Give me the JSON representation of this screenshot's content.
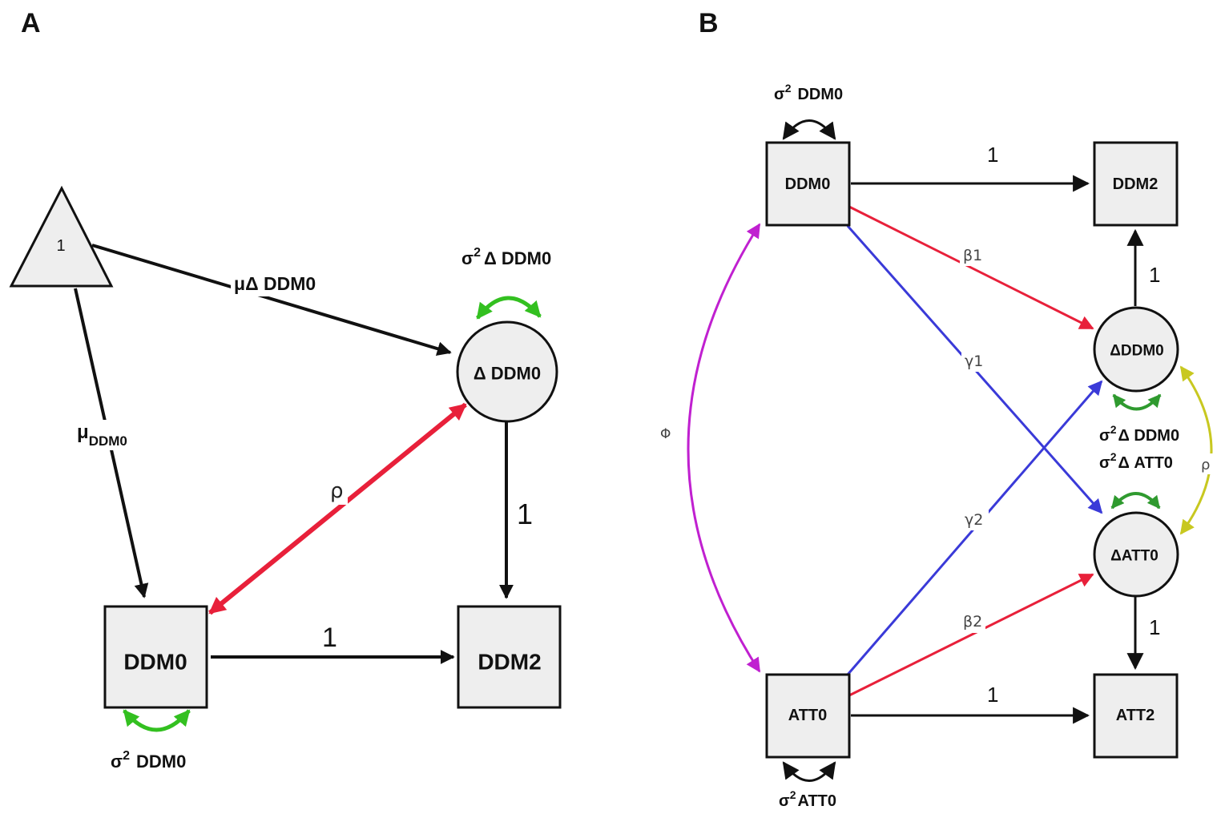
{
  "panels": {
    "a": "A",
    "b": "B"
  },
  "colors": {
    "black": "#111111",
    "red": "#e8203a",
    "green": "#33c020",
    "darkgreen": "#2f9a2f",
    "blue": "#3a3ad8",
    "purple": "#c020d0",
    "yellow": "#c8c820"
  },
  "panel_a": {
    "triangle_label": "1",
    "delta_node": "Δ DDM0",
    "ddm0": "DDM0",
    "ddm2": "DDM2",
    "mu_delta": "μΔ DDM0",
    "mu_ddm0_symbol": "μ",
    "mu_ddm0_sub": "DDM0",
    "sigma_delta": "Δ DDM0",
    "sigma_ddm0": "DDM0",
    "sigma_symbol": "σ",
    "sigma_exp": "2",
    "rho": "ρ",
    "one_vertical": "1",
    "one_horizontal": "1"
  },
  "panel_b": {
    "ddm0": "DDM0",
    "ddm2": "DDM2",
    "att0": "ATT0",
    "att2": "ATT2",
    "delta_ddm0": "ΔDDM0",
    "delta_att0": "ΔATT0",
    "sigma_symbol": "σ",
    "sigma_exp": "2",
    "sigma_ddm0": "DDM0",
    "sigma_att0": "ATT0",
    "sigma_delta_ddm0": "Δ DDM0",
    "sigma_delta_att0": "Δ ATT0",
    "one_top": "1",
    "one_right_upper": "1",
    "one_right_lower": "1",
    "one_bottom": "1",
    "beta1": "β1",
    "beta2": "β2",
    "gamma1": "γ1",
    "gamma2": "γ2",
    "phi": "Φ",
    "rho": "ρ"
  }
}
